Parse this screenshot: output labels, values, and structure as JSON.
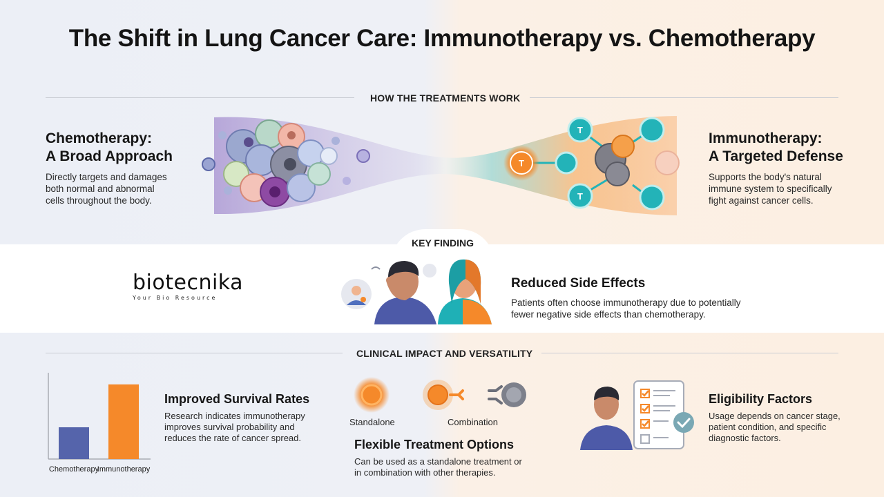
{
  "title": "The Shift in Lung Cancer Care: Immunotherapy vs. Chemotherapy",
  "sections": {
    "how": "HOW THE TREATMENTS WORK",
    "clinical": "CLINICAL IMPACT AND VERSATILITY"
  },
  "chemo": {
    "heading_line1": "Chemotherapy:",
    "heading_line2": "A Broad Approach",
    "desc_line1": "Directly targets and damages",
    "desc_line2": "both normal and abnormal",
    "desc_line3": "cells throughout the body."
  },
  "immuno": {
    "heading_line1": "Immunotherapy:",
    "heading_line2": "A Targeted Defense",
    "desc_line1": "Supports the body's natural",
    "desc_line2": "immune system to specifically",
    "desc_line3": "fight against cancer cells.",
    "tcell_letter": "T"
  },
  "key_finding": {
    "label": "KEY FINDING",
    "title": "Reduced Side Effects",
    "desc_line1": "Patients often choose immunotherapy due to potentially",
    "desc_line2": "fewer negative side effects than chemotherapy."
  },
  "logo": {
    "name": "biotecnika",
    "tagline": "Your Bio Resource"
  },
  "survival": {
    "title": "Improved Survival Rates",
    "desc_line1": "Research indicates immunotherapy",
    "desc_line2": "improves survival probability and",
    "desc_line3": "reduces the rate of cancer spread."
  },
  "flexible": {
    "title": "Flexible Treatment Options",
    "label_standalone": "Standalone",
    "label_combination": "Combination",
    "desc_line1": "Can be used as a standalone treatment or",
    "desc_line2": "in combination with other therapies."
  },
  "eligibility": {
    "title": "Eligibility Factors",
    "desc_line1": "Usage depends on cancer stage,",
    "desc_line2": "patient condition, and specific",
    "desc_line3": "diagnostic factors."
  },
  "colors": {
    "chemo_blue": "#5564ab",
    "immuno_orange": "#f5892a",
    "teal": "#23b3b8",
    "purple": "#8a6bc1"
  },
  "chart_data": {
    "type": "bar",
    "categories": [
      "Chemotherapy",
      "Immunotherapy"
    ],
    "values": [
      4,
      9.4
    ],
    "ylim": [
      0,
      10
    ],
    "title": "",
    "xlabel": "",
    "ylabel": "",
    "grid": false,
    "colors": [
      "#5564ab",
      "#f5892a"
    ]
  }
}
